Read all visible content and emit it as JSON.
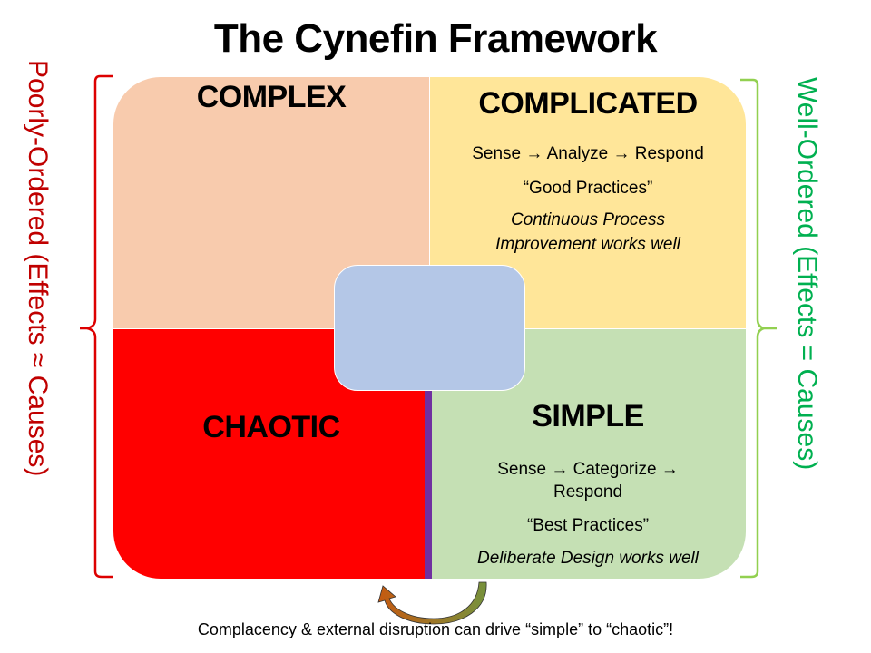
{
  "title": "The Cynefin Framework",
  "quadrants": {
    "complex": {
      "heading": "COMPLEX",
      "color": "#f8cbad"
    },
    "complicated": {
      "heading": "COMPLICATED",
      "color": "#ffe699",
      "approach": "Sense → Analyze → Respond",
      "practices": "“Good Practices”",
      "note_line1": "Continuous Process",
      "note_line2": "Improvement works well"
    },
    "chaotic": {
      "heading": "CHAOTIC",
      "color": "#ff0000"
    },
    "simple": {
      "heading": "SIMPLE",
      "color": "#c5e0b4",
      "approach_line1": "Sense → Categorize →",
      "approach_line2": "Respond",
      "practices": "“Best Practices”",
      "note": "Deliberate Design works well"
    }
  },
  "center_box": {
    "color": "#b4c7e7",
    "label": ""
  },
  "side_labels": {
    "left": {
      "text": "Poorly-Ordered (Effects ≈ Causes)",
      "color": "#c00000"
    },
    "right": {
      "text": "Well-Ordered (Effects = Causes)",
      "color": "#00b050"
    }
  },
  "footer": "Complacency & external disruption can drive “simple” to “chaotic”!",
  "colors": {
    "divider": "#7030a0",
    "left_brace": "#dd0000",
    "right_brace": "#92d050",
    "arrow_start": "#76923c",
    "arrow_end": "#c55a11"
  }
}
